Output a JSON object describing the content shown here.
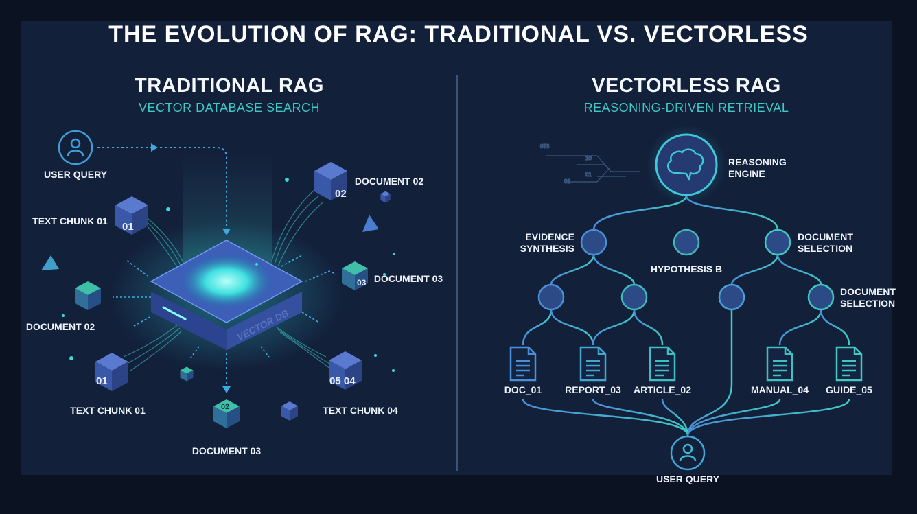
{
  "title": "THE EVOLUTION OF RAG: TRADITIONAL VS. VECTORLESS",
  "colors": {
    "background": "#0b1322",
    "panel": "#13203a",
    "accent_teal": "#3fc8c4",
    "accent_blue": "#4a8fd8",
    "cube": "#3f5fb0"
  },
  "traditional": {
    "heading": "TRADITIONAL RAG",
    "subheading": "VECTOR DATABASE SEARCH",
    "user_query": "USER QUERY",
    "db_label": "VECTOR DB",
    "nodes": [
      {
        "label": "TEXT CHUNK 01",
        "number": "01"
      },
      {
        "label": "DOCUMENT 02",
        "number": "02"
      },
      {
        "label": "DOCUMENT 03",
        "number": "03"
      },
      {
        "label": "DOCUMENT 02",
        "number": ""
      },
      {
        "label": "TEXT CHUNK 01",
        "number": "01"
      },
      {
        "label": "DOCUMENT 03",
        "number": "02"
      },
      {
        "label": "TEXT CHUNK 04",
        "number": "05 04"
      }
    ]
  },
  "vectorless": {
    "heading": "VECTORLESS RAG",
    "subheading": "REASONING-DRIVEN RETRIEVAL",
    "engine": [
      "REASONING",
      "ENGINE"
    ],
    "circuit_labels": [
      "073",
      "10",
      "01",
      "01"
    ],
    "branches": {
      "evidence": [
        "EVIDENCE",
        "SYNTHESIS"
      ],
      "hypothesis": "HYPOTHESIS B",
      "selection": [
        "DOCUMENT",
        "SELECTION"
      ],
      "selection2": [
        "DOCUMENT",
        "SELECTION"
      ]
    },
    "documents": [
      "DOC_01",
      "REPORT_03",
      "ARTICLE_02",
      "MANUAL_04",
      "GUIDE_05"
    ],
    "user_query": "USER QUERY"
  }
}
